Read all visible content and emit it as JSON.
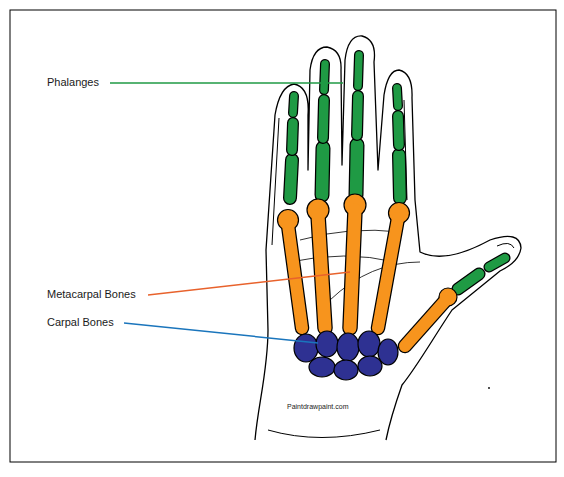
{
  "diagram": {
    "labels": [
      "Phalanges",
      "Metacarpal Bones",
      "Carpal Bones",
      "Paintdrawpaint.com"
    ]
  }
}
